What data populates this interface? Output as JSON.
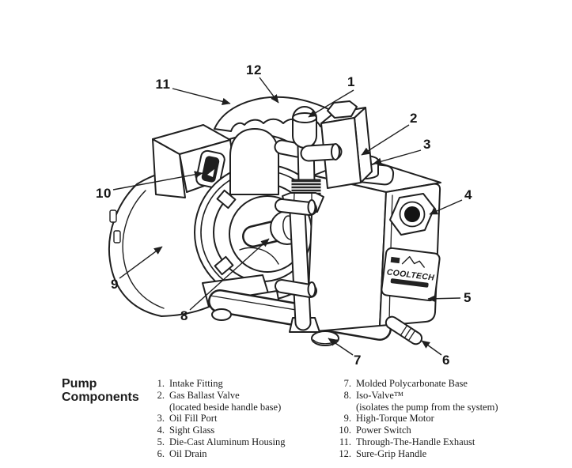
{
  "diagram": {
    "brand": "COOLTECH",
    "callouts": [
      {
        "label": "1"
      },
      {
        "label": "2"
      },
      {
        "label": "3"
      },
      {
        "label": "4"
      },
      {
        "label": "5"
      },
      {
        "label": "6"
      },
      {
        "label": "7"
      },
      {
        "label": "8"
      },
      {
        "label": "9"
      },
      {
        "label": "10"
      },
      {
        "label": "11"
      },
      {
        "label": "12"
      }
    ]
  },
  "legend": {
    "title_line1": "Pump",
    "title_line2": "Components",
    "left": [
      {
        "num": "1.",
        "text": "Intake Fitting"
      },
      {
        "num": "2.",
        "text": "Gas Ballast Valve",
        "note": "(located beside handle base)"
      },
      {
        "num": "3.",
        "text": "Oil Fill Port"
      },
      {
        "num": "4.",
        "text": "Sight Glass"
      },
      {
        "num": "5.",
        "text": "Die-Cast Aluminum Housing"
      },
      {
        "num": "6.",
        "text": "Oil Drain"
      }
    ],
    "right": [
      {
        "num": "7.",
        "text": "Molded Polycarbonate Base"
      },
      {
        "num": "8.",
        "text": "Iso-Valve™",
        "note": "(isolates the pump from the system)"
      },
      {
        "num": "9.",
        "text": "High-Torque Motor"
      },
      {
        "num": "10.",
        "text": "Power Switch"
      },
      {
        "num": "11.",
        "text": "Through-The-Handle Exhaust"
      },
      {
        "num": "12.",
        "text": "Sure-Grip Handle"
      }
    ]
  }
}
